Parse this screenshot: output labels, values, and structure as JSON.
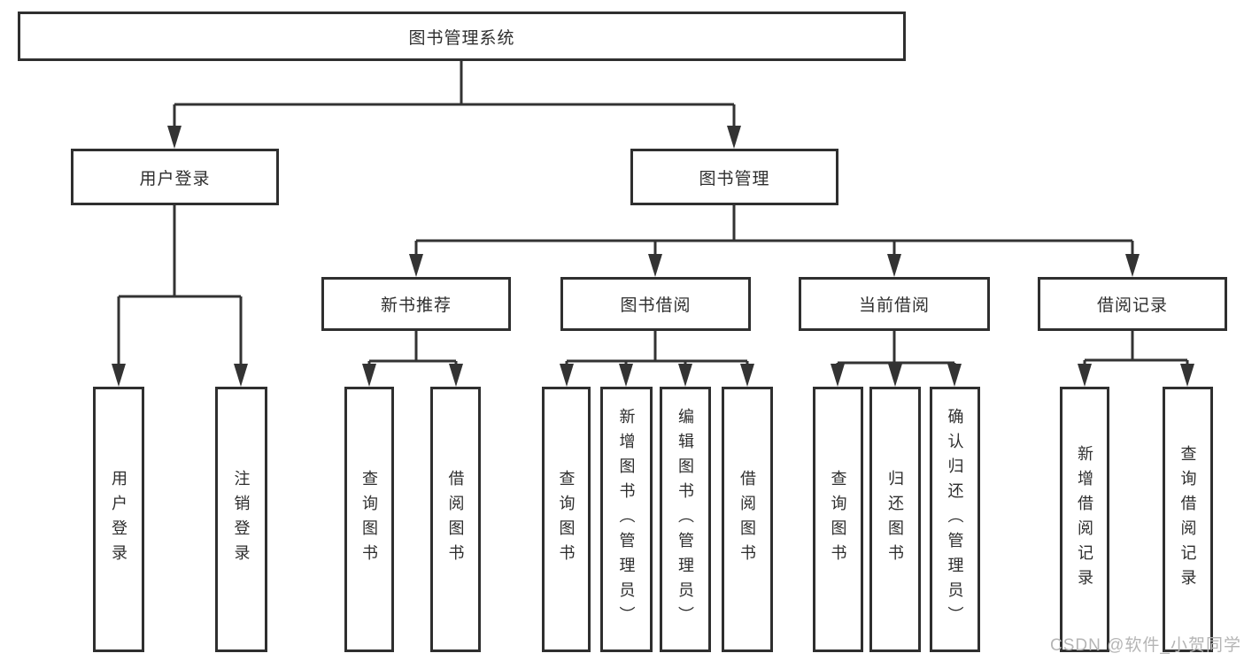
{
  "tree": {
    "root": {
      "label": "图书管理系统"
    },
    "branches": [
      {
        "label": "用户登录",
        "children": [
          {
            "label": "用户登录"
          },
          {
            "label": "注销登录"
          }
        ]
      },
      {
        "label": "图书管理",
        "children": [
          {
            "label": "新书推荐",
            "children": [
              {
                "label": "查询图书"
              },
              {
                "label": "借阅图书"
              }
            ]
          },
          {
            "label": "图书借阅",
            "children": [
              {
                "label": "查询图书"
              },
              {
                "label": "新增图书（管理员）"
              },
              {
                "label": "编辑图书（管理员）"
              },
              {
                "label": "借阅图书"
              }
            ]
          },
          {
            "label": "当前借阅",
            "children": [
              {
                "label": "查询图书"
              },
              {
                "label": "归还图书"
              },
              {
                "label": "确认归还（管理员）"
              }
            ]
          },
          {
            "label": "借阅记录",
            "children": [
              {
                "label": "新增借阅记录"
              },
              {
                "label": "查询借阅记录"
              }
            ]
          }
        ]
      }
    ]
  },
  "watermark": {
    "text": "CSDN @软件_小贺同学"
  },
  "colors": {
    "line": "#333333",
    "box_border": "#2f2f2f",
    "box_fill": "#ffffff",
    "text": "#2e2e2e",
    "watermark": "#b5b5b5"
  }
}
